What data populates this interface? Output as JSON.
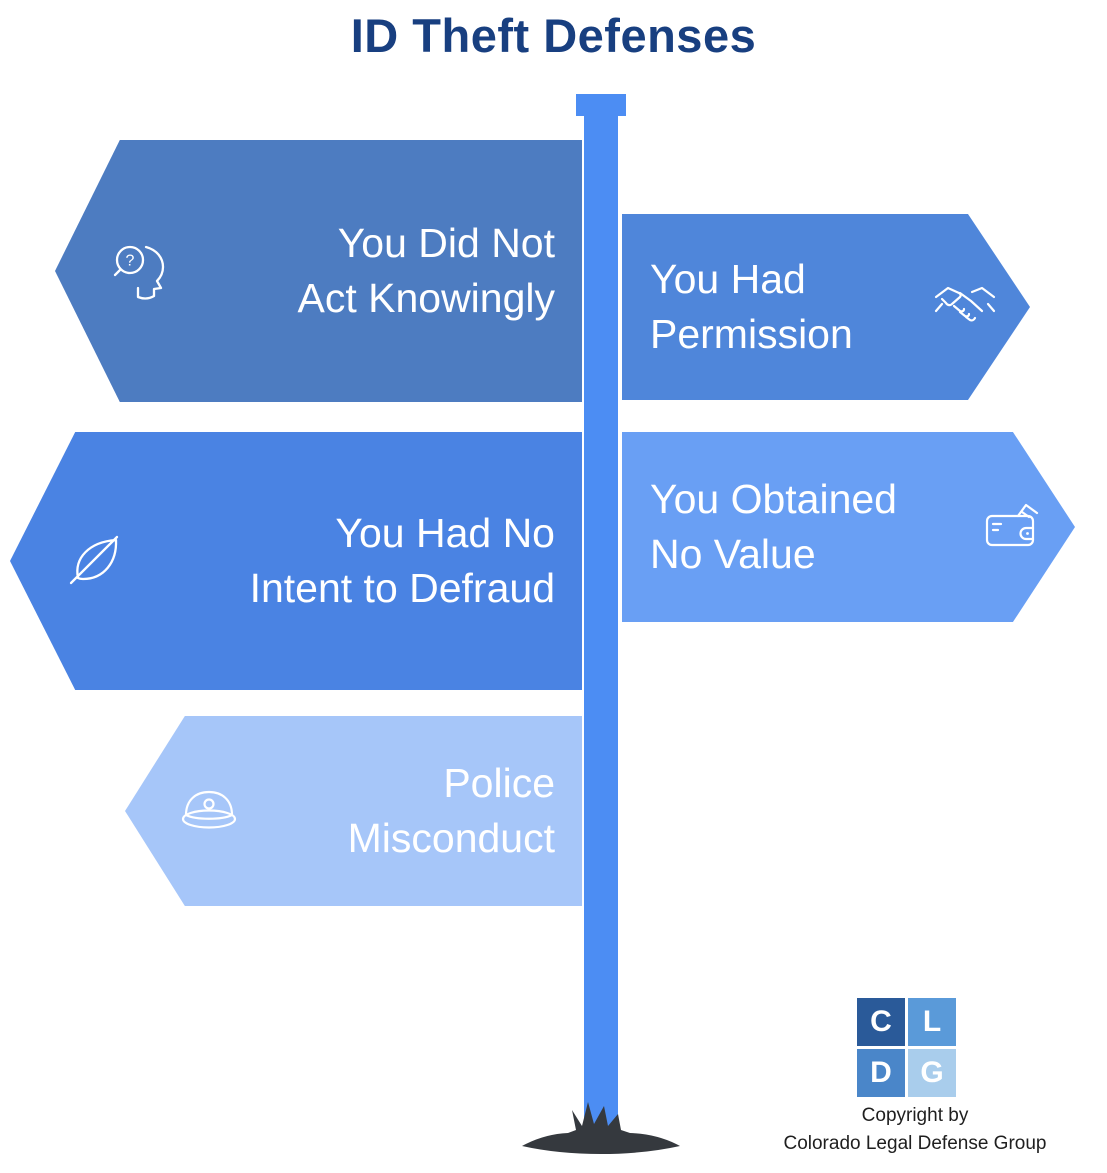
{
  "title": {
    "text": "ID Theft Defenses",
    "color": "#183f80"
  },
  "signs": [
    {
      "label": "You Did Not\nAct Knowingly",
      "icon": "mind-search-icon",
      "color": "#4d7cc1",
      "direction": "left"
    },
    {
      "label": "You Had\nPermission",
      "icon": "handshake-icon",
      "color": "#4f86da",
      "direction": "right"
    },
    {
      "label": "You Had No\nIntent to Defraud",
      "icon": "leaf-slash-icon",
      "color": "#4a83e3",
      "direction": "left"
    },
    {
      "label": "You Obtained\nNo Value",
      "icon": "wallet-icon",
      "color": "#699ff4",
      "direction": "right"
    },
    {
      "label": "Police\nMisconduct",
      "icon": "police-cap-icon",
      "color": "#a6c6f9",
      "direction": "left"
    }
  ],
  "signpost": {
    "pole_color": "#4c8df3",
    "base_color": "#35393e"
  },
  "logo": {
    "squares": [
      {
        "letter": "C",
        "color": "#2a5a99"
      },
      {
        "letter": "L",
        "color": "#5a9ad9"
      },
      {
        "letter": "D",
        "color": "#4a86c9"
      },
      {
        "letter": "G",
        "color": "#a9cdec"
      }
    ]
  },
  "copyright": {
    "text": "Copyright by\nColorado Legal Defense Group"
  }
}
